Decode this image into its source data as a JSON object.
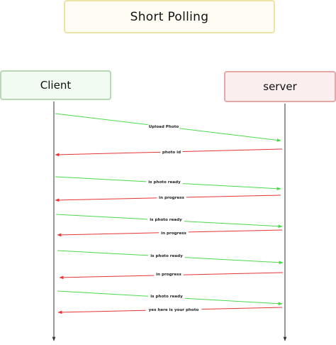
{
  "title": "Short Polling",
  "participants": {
    "client": "Client",
    "server": "server"
  },
  "colors": {
    "request": "#4cd94c",
    "response": "#e83535",
    "lifeline": "#333333"
  },
  "messages": [
    {
      "label": "Upload Photo",
      "direction": "request"
    },
    {
      "label": "photo id",
      "direction": "response"
    },
    {
      "label": "is photo ready",
      "direction": "request"
    },
    {
      "label": "in progress",
      "direction": "response"
    },
    {
      "label": "is photo ready",
      "direction": "request"
    },
    {
      "label": "in progress",
      "direction": "response"
    },
    {
      "label": "is photo ready",
      "direction": "request"
    },
    {
      "label": "in progress",
      "direction": "response"
    },
    {
      "label": "is photo ready",
      "direction": "request"
    },
    {
      "label": "yes here is your photo",
      "direction": "response"
    }
  ]
}
